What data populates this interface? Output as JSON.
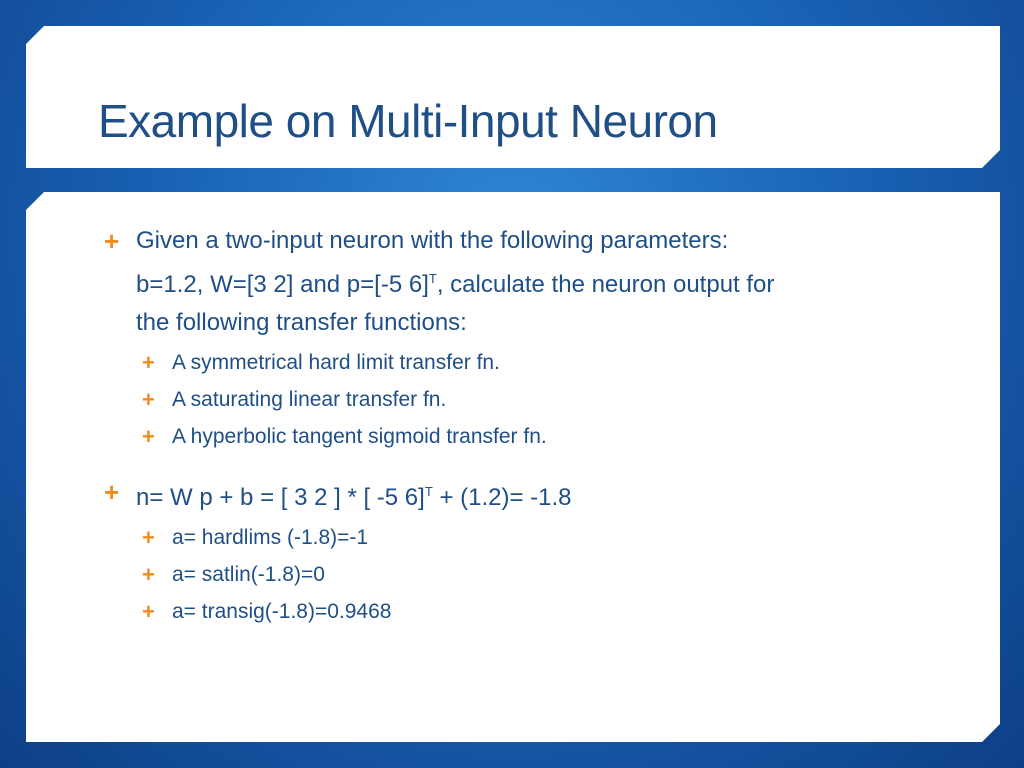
{
  "slide": {
    "title": "Example on Multi-Input Neuron",
    "bullets": [
      {
        "line1": "Given a two-input neuron with the following parameters:",
        "line2a": "b=1.2, W=[3  2] and p=[-5  6]",
        "line2sup": "T",
        "line2b": ", calculate the neuron output for",
        "line3": "the following transfer functions:",
        "sub": [
          "A symmetrical hard limit transfer fn.",
          "A saturating linear transfer fn.",
          "A hyperbolic tangent sigmoid transfer fn."
        ]
      },
      {
        "texta": "n= W p + b = [ 3  2 ] * [ -5  6]",
        "textsup": "T",
        "textb": " + (1.2)= -1.8",
        "sub": [
          "a= hardlims (-1.8)=-1",
          "a= satlin(-1.8)=0",
          "a= transig(-1.8)=0.9468"
        ]
      }
    ],
    "bullet_glyph": "+",
    "colors": {
      "text": "#1f4f86",
      "bullet": "#f28a1e",
      "background": "#1a64b8"
    }
  }
}
